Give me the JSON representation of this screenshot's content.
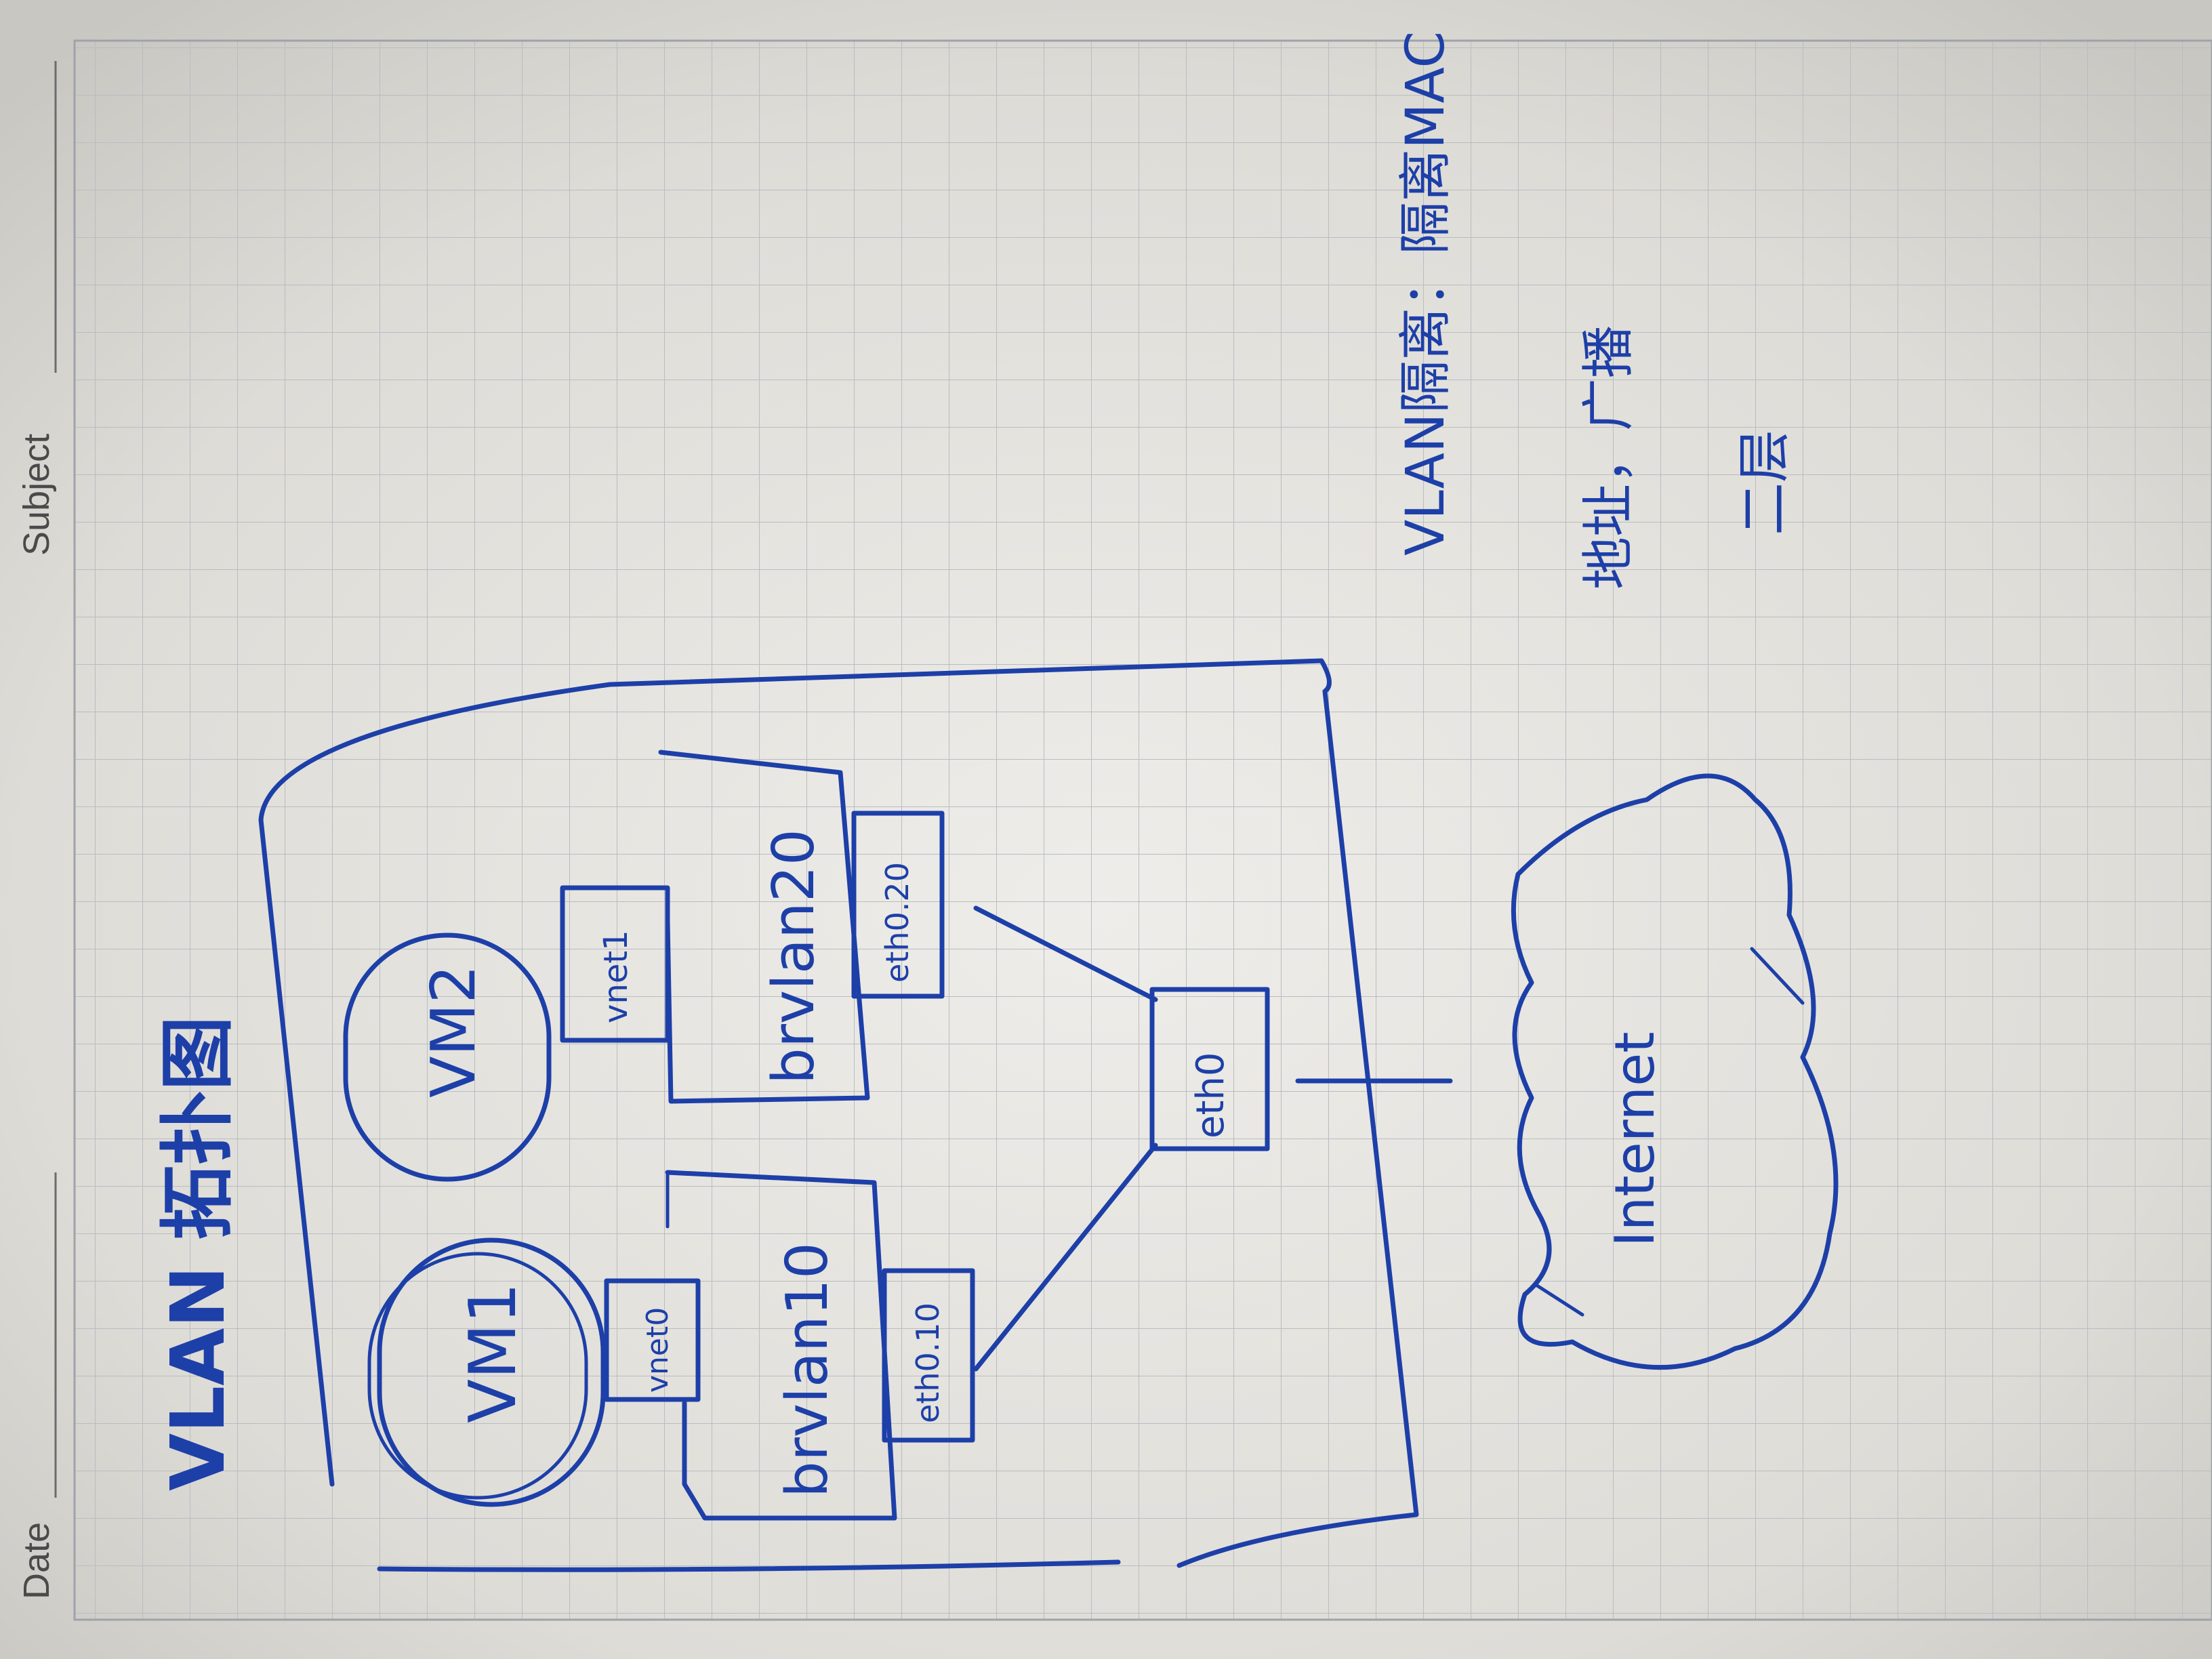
{
  "notebook": {
    "date_label": "Date",
    "subject_label": "Subject"
  },
  "diagram": {
    "title": "VLAN 拓扑图",
    "host_boundary_label": "",
    "vm_left": "VM1",
    "vm_right": "VM2",
    "bridge_left": "brvlan10",
    "bridge_right": "brvlan20",
    "tap_left": "vnet0",
    "tap_right": "vnet1",
    "vlan_if_left": "eth0.10",
    "vlan_if_right": "eth0.20",
    "phys_if": "eth0",
    "cloud_label": "Internet"
  },
  "notes": [
    "VLAN隔离：隔离MAC",
    "地址，广播",
    "二层"
  ]
}
